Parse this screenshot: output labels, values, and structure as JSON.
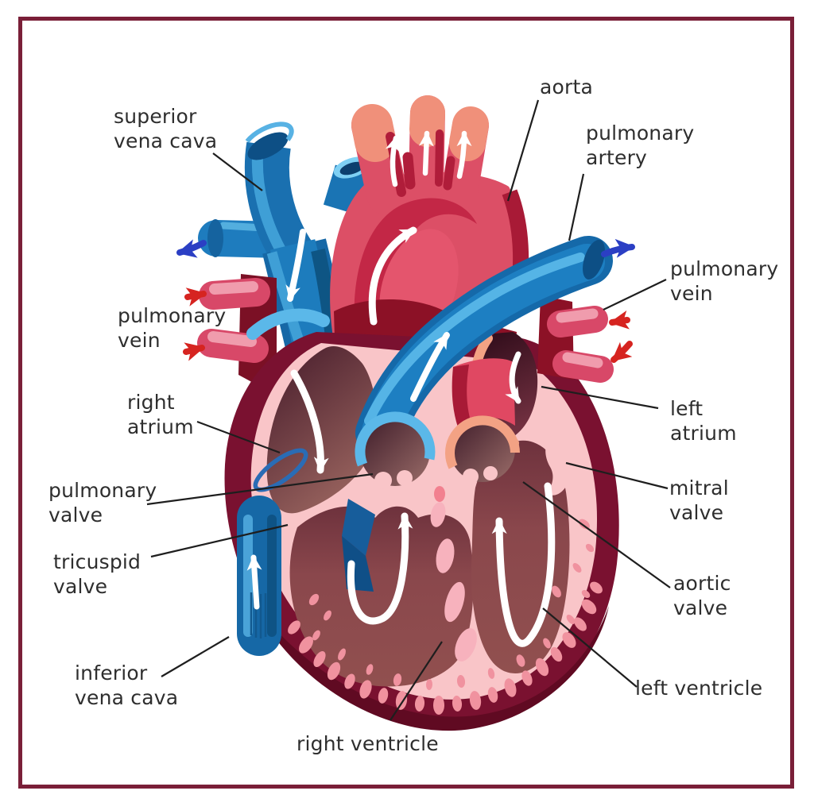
{
  "figure": {
    "kind": "heart-anatomy-diagram"
  },
  "palette": {
    "frame_border": "#7a1f38",
    "background": "#ffffff",
    "label_text": "#2e2e2e",
    "leader_line": "#1e1e1e",
    "vein_blue": "#1d7cbd",
    "vein_blue_dark": "#0e5385",
    "vein_blue_light": "#5bb8e9",
    "artery_red": "#dc4f66",
    "artery_red_dark": "#ac1a37",
    "artery_tip_salmon": "#f0907a",
    "heart_outer": "#7a1130",
    "heart_muscle_pink": "#f9c5c8",
    "chamber_brown": "#8e4a4e",
    "flow_arrow": "#ffffff",
    "inflow_arrow_red": "#d62420",
    "outflow_arrow_blue": "#2b3fc4"
  },
  "labels": {
    "superior_vena_cava": {
      "line1": "superior",
      "line2": "vena cava"
    },
    "aorta": {
      "line1": "aorta"
    },
    "pulmonary_artery": {
      "line1": "pulmonary",
      "line2": "artery"
    },
    "pulmonary_vein_right": {
      "line1": "pulmonary",
      "line2": "vein"
    },
    "pulmonary_vein_left": {
      "line1": "pulmonary",
      "line2": "vein"
    },
    "right_atrium": {
      "line1": "right",
      "line2": "atrium"
    },
    "pulmonary_valve": {
      "line1": "pulmonary",
      "line2": "valve"
    },
    "tricuspid_valve": {
      "line1": "tricuspid",
      "line2": "valve"
    },
    "left_atrium": {
      "line1": "left",
      "line2": "atrium"
    },
    "mitral_valve": {
      "line1": "mitral",
      "line2": "valve"
    },
    "aortic_valve": {
      "line1": "aortic",
      "line2": "valve"
    },
    "left_ventricle": {
      "line1": "left ventricle"
    },
    "right_ventricle": {
      "line1": "right ventricle"
    },
    "inferior_vena_cava": {
      "line1": "inferior",
      "line2": "vena cava"
    }
  },
  "arrows": {
    "blood_out_left": {
      "color": "#2b3fc4",
      "direction": "left"
    },
    "blood_out_right": {
      "color": "#2b3fc4",
      "direction": "right"
    },
    "blood_in_left_upper": {
      "color": "#d62420",
      "direction": "right"
    },
    "blood_in_left_lower": {
      "color": "#d62420",
      "direction": "right"
    },
    "blood_in_right_upper": {
      "color": "#d62420",
      "direction": "left"
    },
    "blood_in_right_lower": {
      "color": "#d62420",
      "direction": "left"
    },
    "internal_flow_color": "#ffffff"
  }
}
